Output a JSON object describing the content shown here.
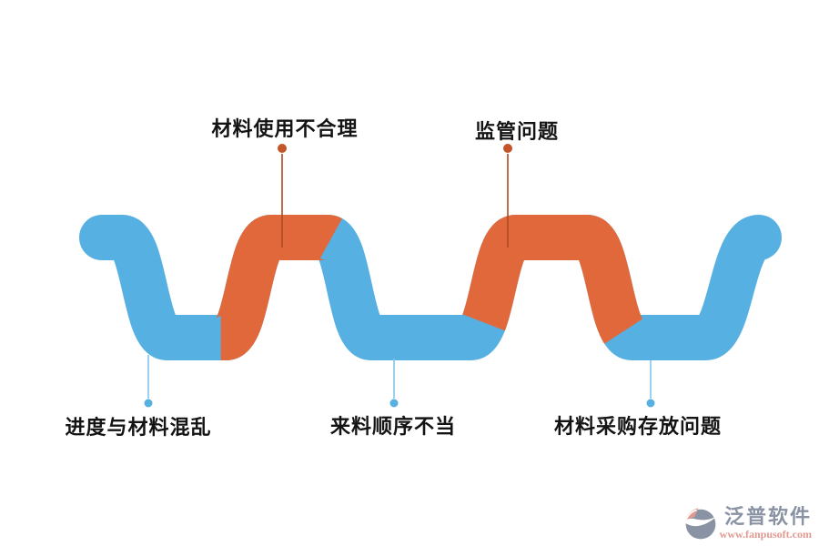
{
  "labels": {
    "top": [
      {
        "text": "材料使用不合理"
      },
      {
        "text": "监管问题"
      }
    ],
    "bottom": [
      {
        "text": "进度与材料混乱"
      },
      {
        "text": "来料顺序不当"
      },
      {
        "text": "材料采购存放问题"
      }
    ]
  },
  "colors": {
    "wave_blue": "#57B0E2",
    "wave_orange": "#E0683B",
    "leader_orange_line": "#AE4B24",
    "leader_orange_dot": "#C4552A",
    "leader_blue_line": "#82C4EA",
    "leader_blue_dot": "#57B0E2",
    "label_text": "#141414",
    "logo_gray": "#8A93A4",
    "logo_salmon": "#E29A92"
  },
  "watermark": {
    "name": "泛普软件",
    "url": "www.fanpusoft.com"
  }
}
